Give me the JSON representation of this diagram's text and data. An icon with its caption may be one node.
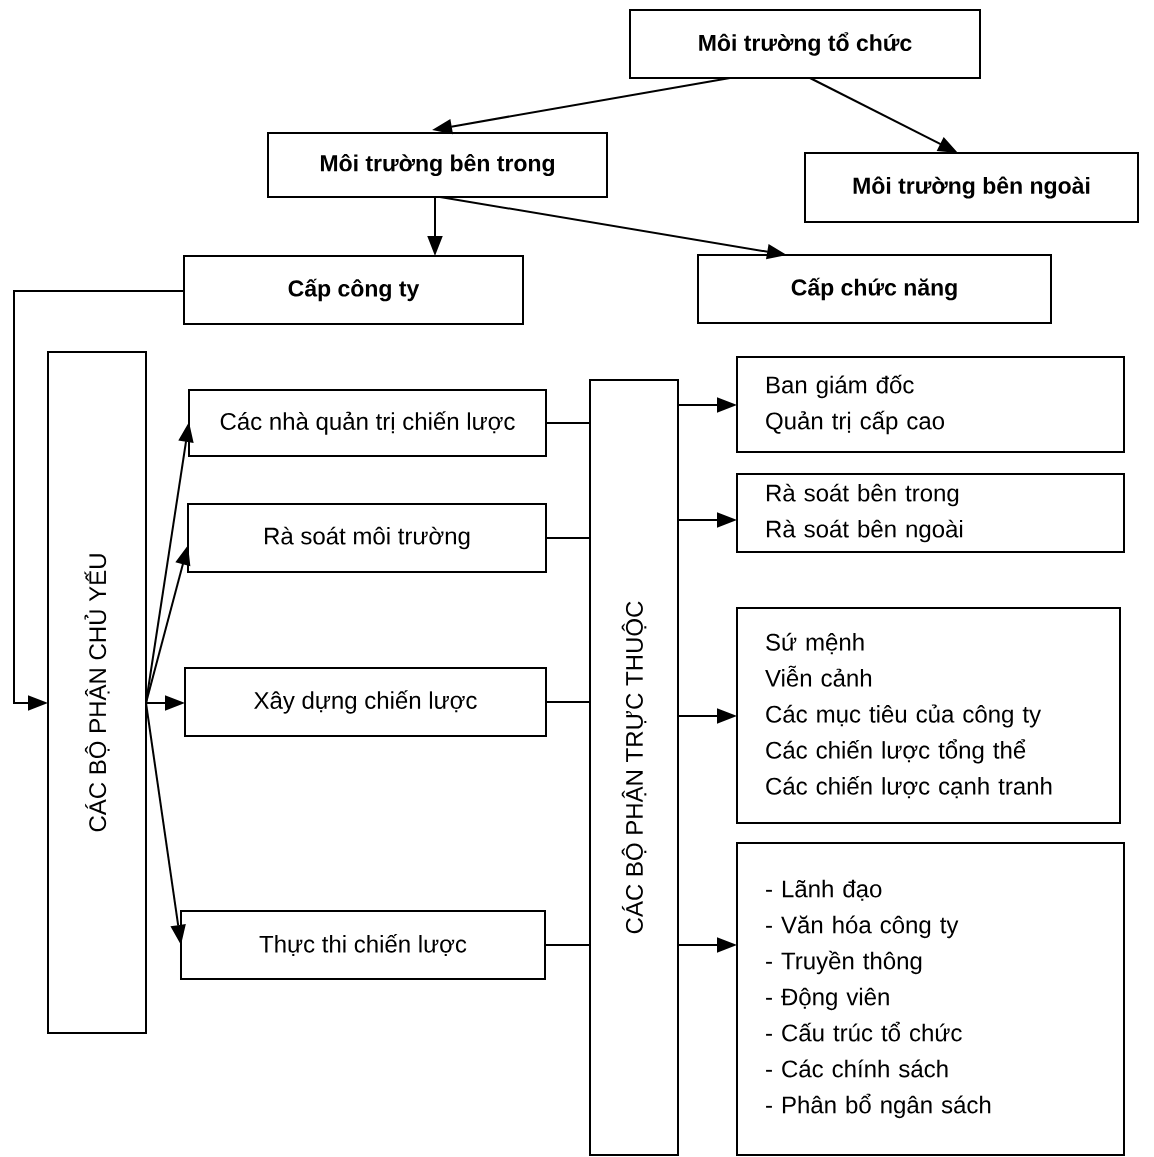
{
  "diagram": {
    "nodes": [
      {
        "text": [
          "Môi trường tổ chức"
        ]
      },
      {
        "text": [
          "Môi trường bên trong"
        ]
      },
      {
        "text": [
          "Môi trường bên ngoài"
        ]
      },
      {
        "text": [
          "Cấp công ty"
        ]
      },
      {
        "text": [
          "Cấp chức năng"
        ]
      },
      {
        "text": [
          "CÁC BỘ PHẬN CHỦ YẾU"
        ]
      },
      {
        "text": [
          "Các nhà quản trị chiến lược"
        ]
      },
      {
        "text": [
          "Rà soát môi trường"
        ]
      },
      {
        "text": [
          "Xây dựng chiến lược"
        ]
      },
      {
        "text": [
          "Thực thi chiến lược"
        ]
      },
      {
        "text": [
          "CÁC BỘ PHẬN TRỰC THUỘC"
        ]
      },
      {
        "text": [
          "Ban giám đốc",
          "Quản trị cấp cao"
        ]
      },
      {
        "text": [
          "Rà soát bên trong",
          "Rà soát bên ngoài"
        ]
      },
      {
        "text": [
          "Sứ mệnh",
          "Viễn cảnh",
          "Các mục tiêu của công ty",
          "Các chiến lược tổng thể",
          "Các chiến lược cạnh tranh"
        ]
      },
      {
        "text": [
          "- Lãnh đạo",
          "- Văn hóa công ty",
          "- Truyền thông",
          "- Động viên",
          "- Cấu trúc tổ chức",
          "- Các chính sách",
          "- Phân bổ ngân sách"
        ]
      }
    ],
    "edges": [
      {
        "from": 0,
        "to": 1,
        "arrow": "to"
      },
      {
        "from": 0,
        "to": 2,
        "arrow": "to"
      },
      {
        "from": 1,
        "to": 3,
        "arrow": "to"
      },
      {
        "from": 1,
        "to": 4,
        "arrow": "to"
      },
      {
        "from": 3,
        "to": 5,
        "arrow": "to"
      },
      {
        "from": 5,
        "to": 6,
        "arrow": "to"
      },
      {
        "from": 5,
        "to": 7,
        "arrow": "to"
      },
      {
        "from": 5,
        "to": 8,
        "arrow": "to"
      },
      {
        "from": 5,
        "to": 9,
        "arrow": "to"
      },
      {
        "from": 6,
        "to": 10,
        "arrow": "none"
      },
      {
        "from": 7,
        "to": 10,
        "arrow": "none"
      },
      {
        "from": 8,
        "to": 10,
        "arrow": "none"
      },
      {
        "from": 9,
        "to": 10,
        "arrow": "none"
      },
      {
        "from": 10,
        "to": 11,
        "arrow": "to"
      },
      {
        "from": 10,
        "to": 12,
        "arrow": "to"
      },
      {
        "from": 10,
        "to": 13,
        "arrow": "to"
      },
      {
        "from": 10,
        "to": 14,
        "arrow": "to"
      }
    ]
  }
}
